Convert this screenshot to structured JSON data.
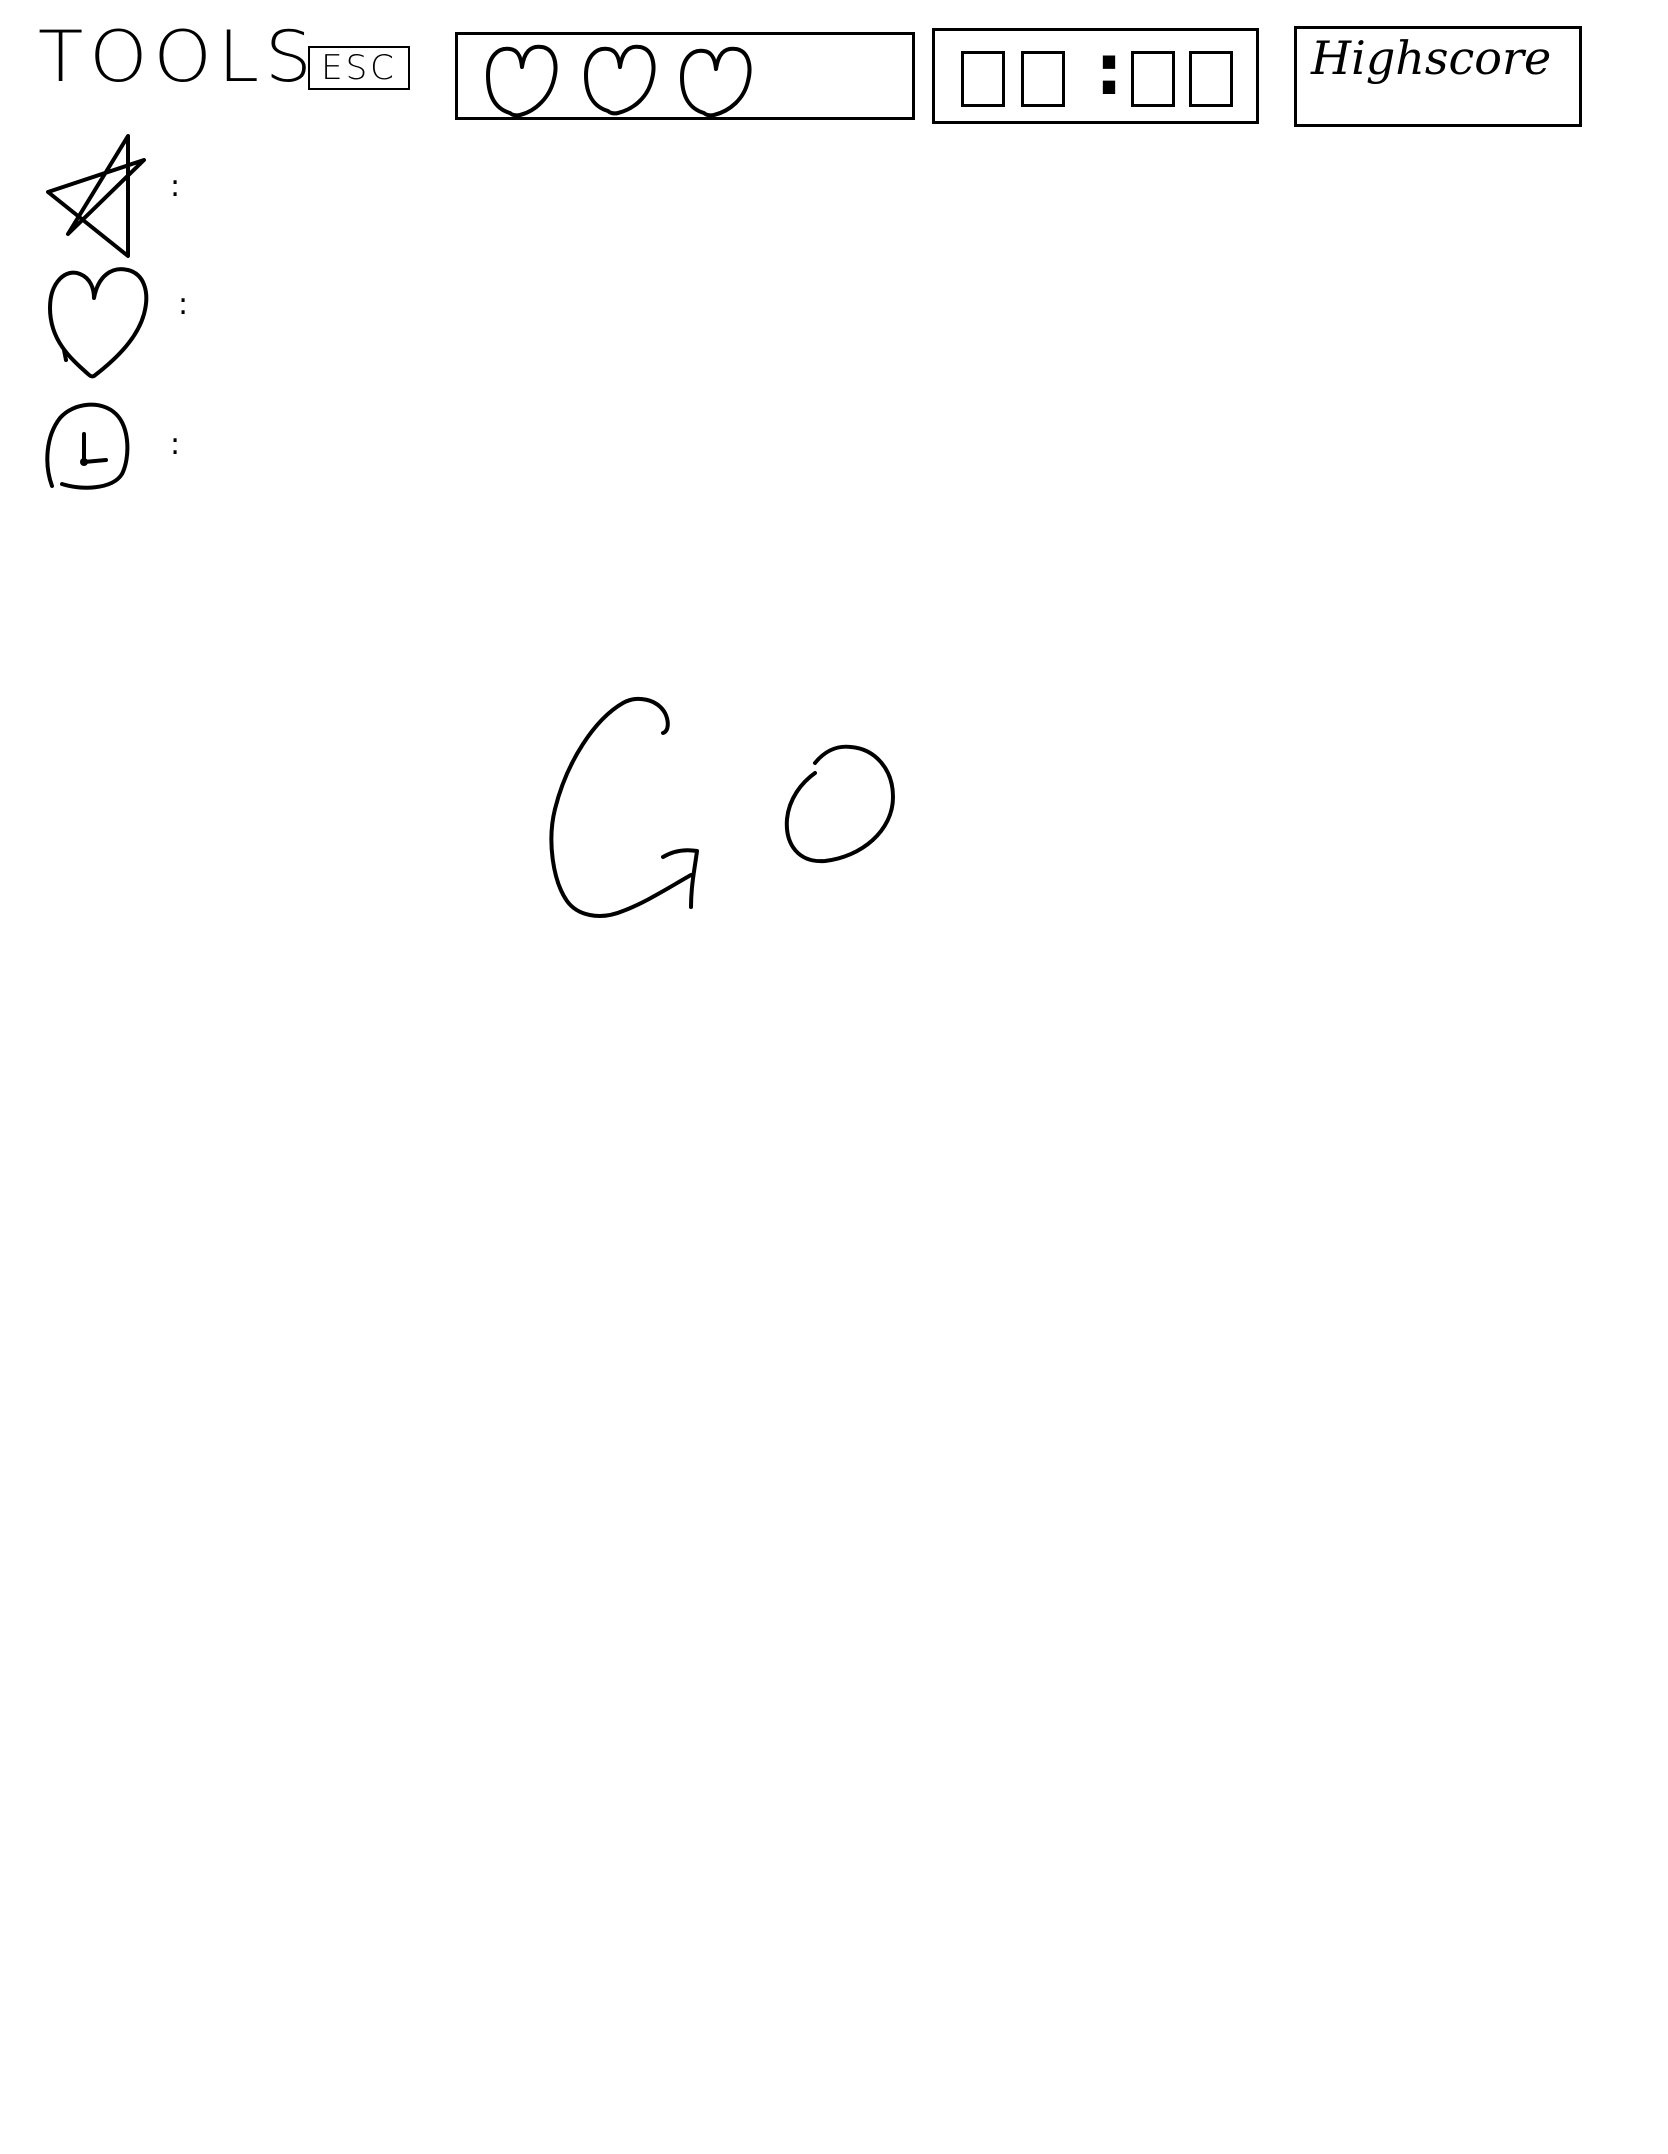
{
  "header": {
    "tools_label": "TOOLS",
    "esc_label": "ESC",
    "highscore_label": "Highscore"
  },
  "lives": {
    "count": 3,
    "icon": "heart-icon"
  },
  "timer": {
    "separator": ":"
  },
  "tools": [
    {
      "icon": "star-icon",
      "value": ":"
    },
    {
      "icon": "heart-icon",
      "value": ":"
    },
    {
      "icon": "clock-icon",
      "value": ":"
    }
  ],
  "main": {
    "go_label": "GO"
  }
}
